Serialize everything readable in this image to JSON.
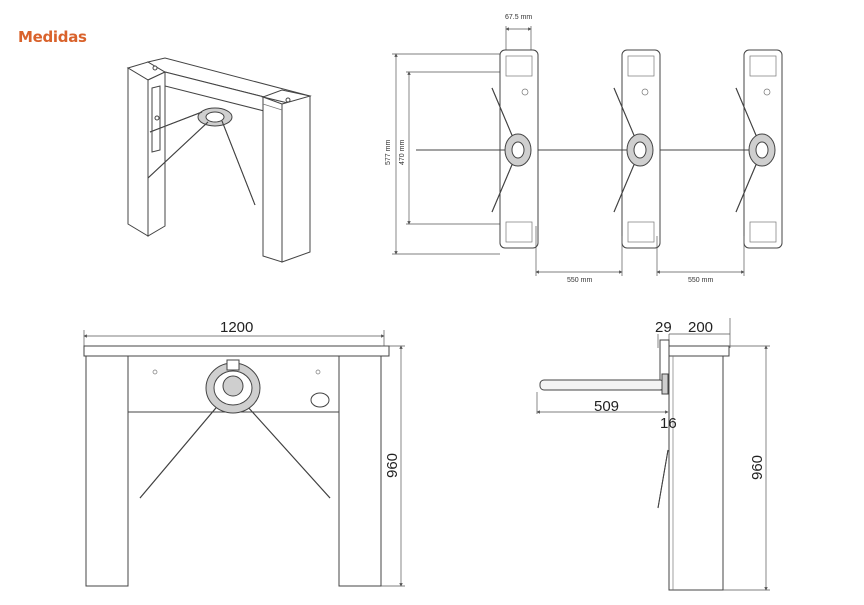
{
  "page": {
    "title": "Medidas",
    "title_color": "#d9622b"
  },
  "dimensions": {
    "top_view": {
      "width_label": "67.5 mm",
      "height_outer_label": "577 mm",
      "height_inner_label": "470 mm",
      "spacing_label_1": "550 mm",
      "spacing_label_2": "550 mm"
    },
    "front_view": {
      "width_label": "1200",
      "height_label": "960"
    },
    "side_view": {
      "top_left_label": "29",
      "top_right_label": "200",
      "arm_length_label": "509",
      "offset_label": "16",
      "height_label": "960"
    }
  },
  "icons": [
    "turnstile-isometric-icon",
    "turnstile-top-view-icon",
    "turnstile-front-view-icon",
    "turnstile-side-view-icon"
  ]
}
